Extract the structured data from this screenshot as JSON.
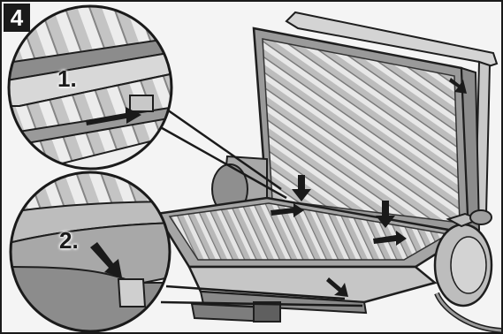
{
  "figure": {
    "step_number": "4",
    "callouts": [
      {
        "label": "1."
      },
      {
        "label": "2."
      }
    ]
  }
}
